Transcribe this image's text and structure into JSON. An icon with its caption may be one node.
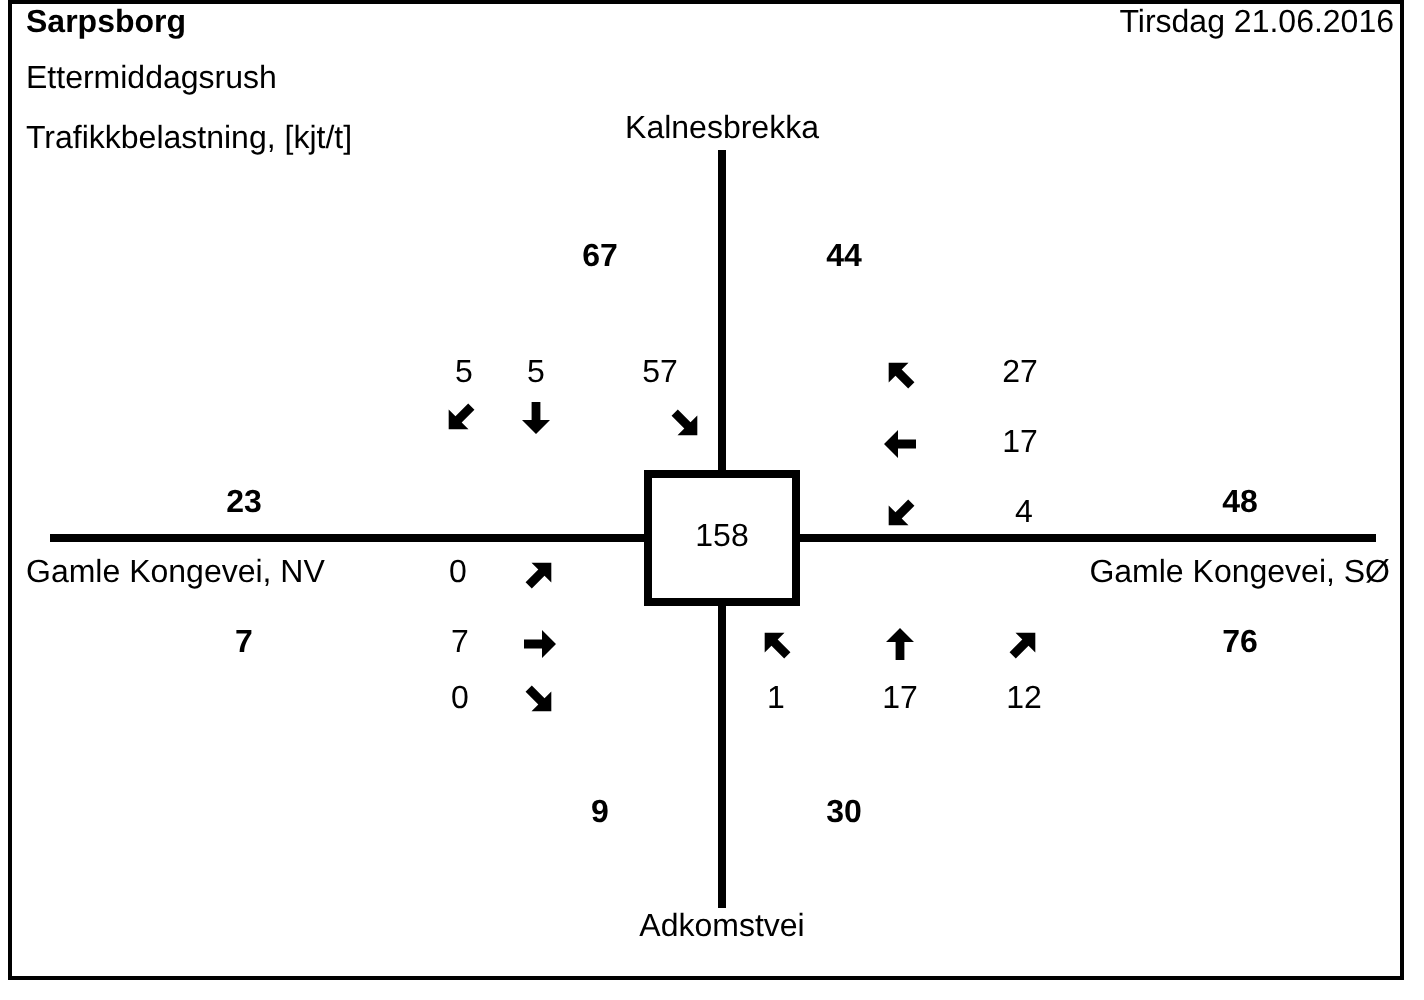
{
  "diagram": {
    "title": "Sarpsborg",
    "nodes": [
      {
        "text": [
          "158"
        ]
      },
      {
        "text": [
          "Kalnesbrekka"
        ]
      },
      {
        "text": [
          "Gamle Kongevei, NV"
        ]
      },
      {
        "text": [
          "Gamle Kongevei, SØ"
        ]
      },
      {
        "text": [
          "Adkomstvei"
        ]
      }
    ],
    "edges": [
      {
        "from": 0,
        "to": 1,
        "arrow": "none"
      },
      {
        "from": 0,
        "to": 2,
        "arrow": "none"
      },
      {
        "from": 0,
        "to": 3,
        "arrow": "none"
      },
      {
        "from": 0,
        "to": 4,
        "arrow": "none"
      }
    ],
    "labels": [
      "Tirsdag 21.06.2016",
      "Ettermiddagsrush",
      "Trafikkbelastning, [kjt/t]",
      "67",
      "44",
      "5",
      "5",
      "57",
      "27",
      "17",
      "23",
      "4",
      "48",
      "0",
      "7",
      "7",
      "76",
      "0",
      "1",
      "17",
      "12",
      "9",
      "30"
    ]
  }
}
